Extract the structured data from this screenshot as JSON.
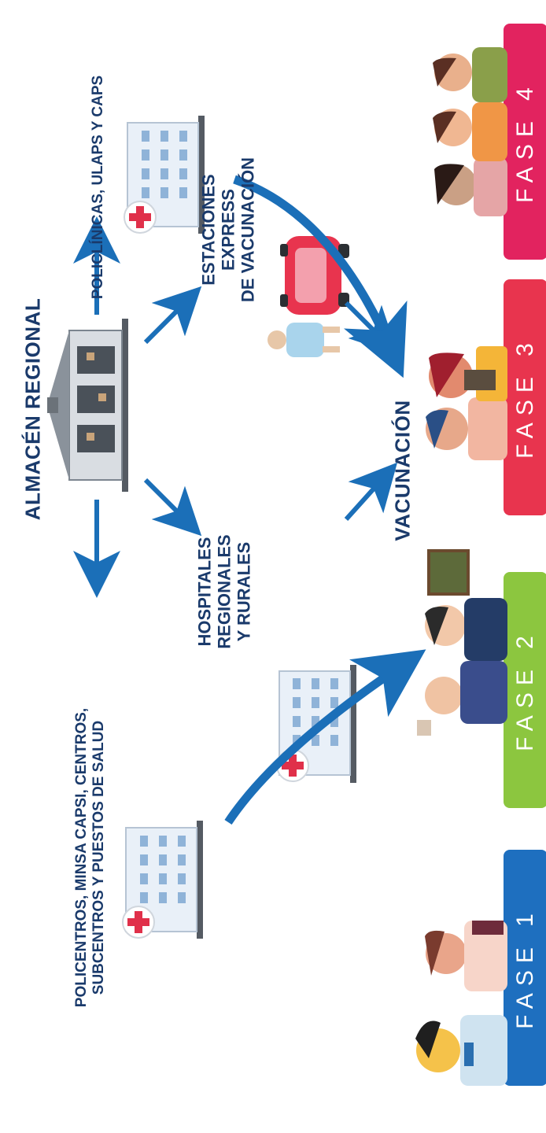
{
  "labels": {
    "almacen": "ALMACÉN REGIONAL",
    "policentros_line1": "POLICENTROS, MINSA CAPSI, CENTROS,",
    "policentros_line2": "SUBCENTROS Y PUESTOS DE SALUD",
    "policlinicas": "POLICLÍNICAS, ULAPS Y CAPS",
    "hospitales_line1": "HOSPITALES",
    "hospitales_line2": "REGIONALES",
    "hospitales_line3": "Y RURALES",
    "estaciones_line1": "ESTACIONES",
    "estaciones_line2": "EXPRESS",
    "estaciones_line3": "DE VACUNACIÓN",
    "vacunacion": "VACUNACIÓN"
  },
  "phases": [
    {
      "label": "FASE 1",
      "color": "#1e6fbf"
    },
    {
      "label": "FASE 2",
      "color": "#8cc63f"
    },
    {
      "label": "FASE 3",
      "color": "#e8344e"
    },
    {
      "label": "FASE 4",
      "color": "#e2235f"
    }
  ],
  "colors": {
    "text": "#1a3a6b",
    "arrow": "#1b6fb8",
    "hospital_cross": "#e0304a"
  },
  "icons": [
    "warehouse-icon",
    "hospital-icon",
    "car-icon",
    "person-icon"
  ]
}
